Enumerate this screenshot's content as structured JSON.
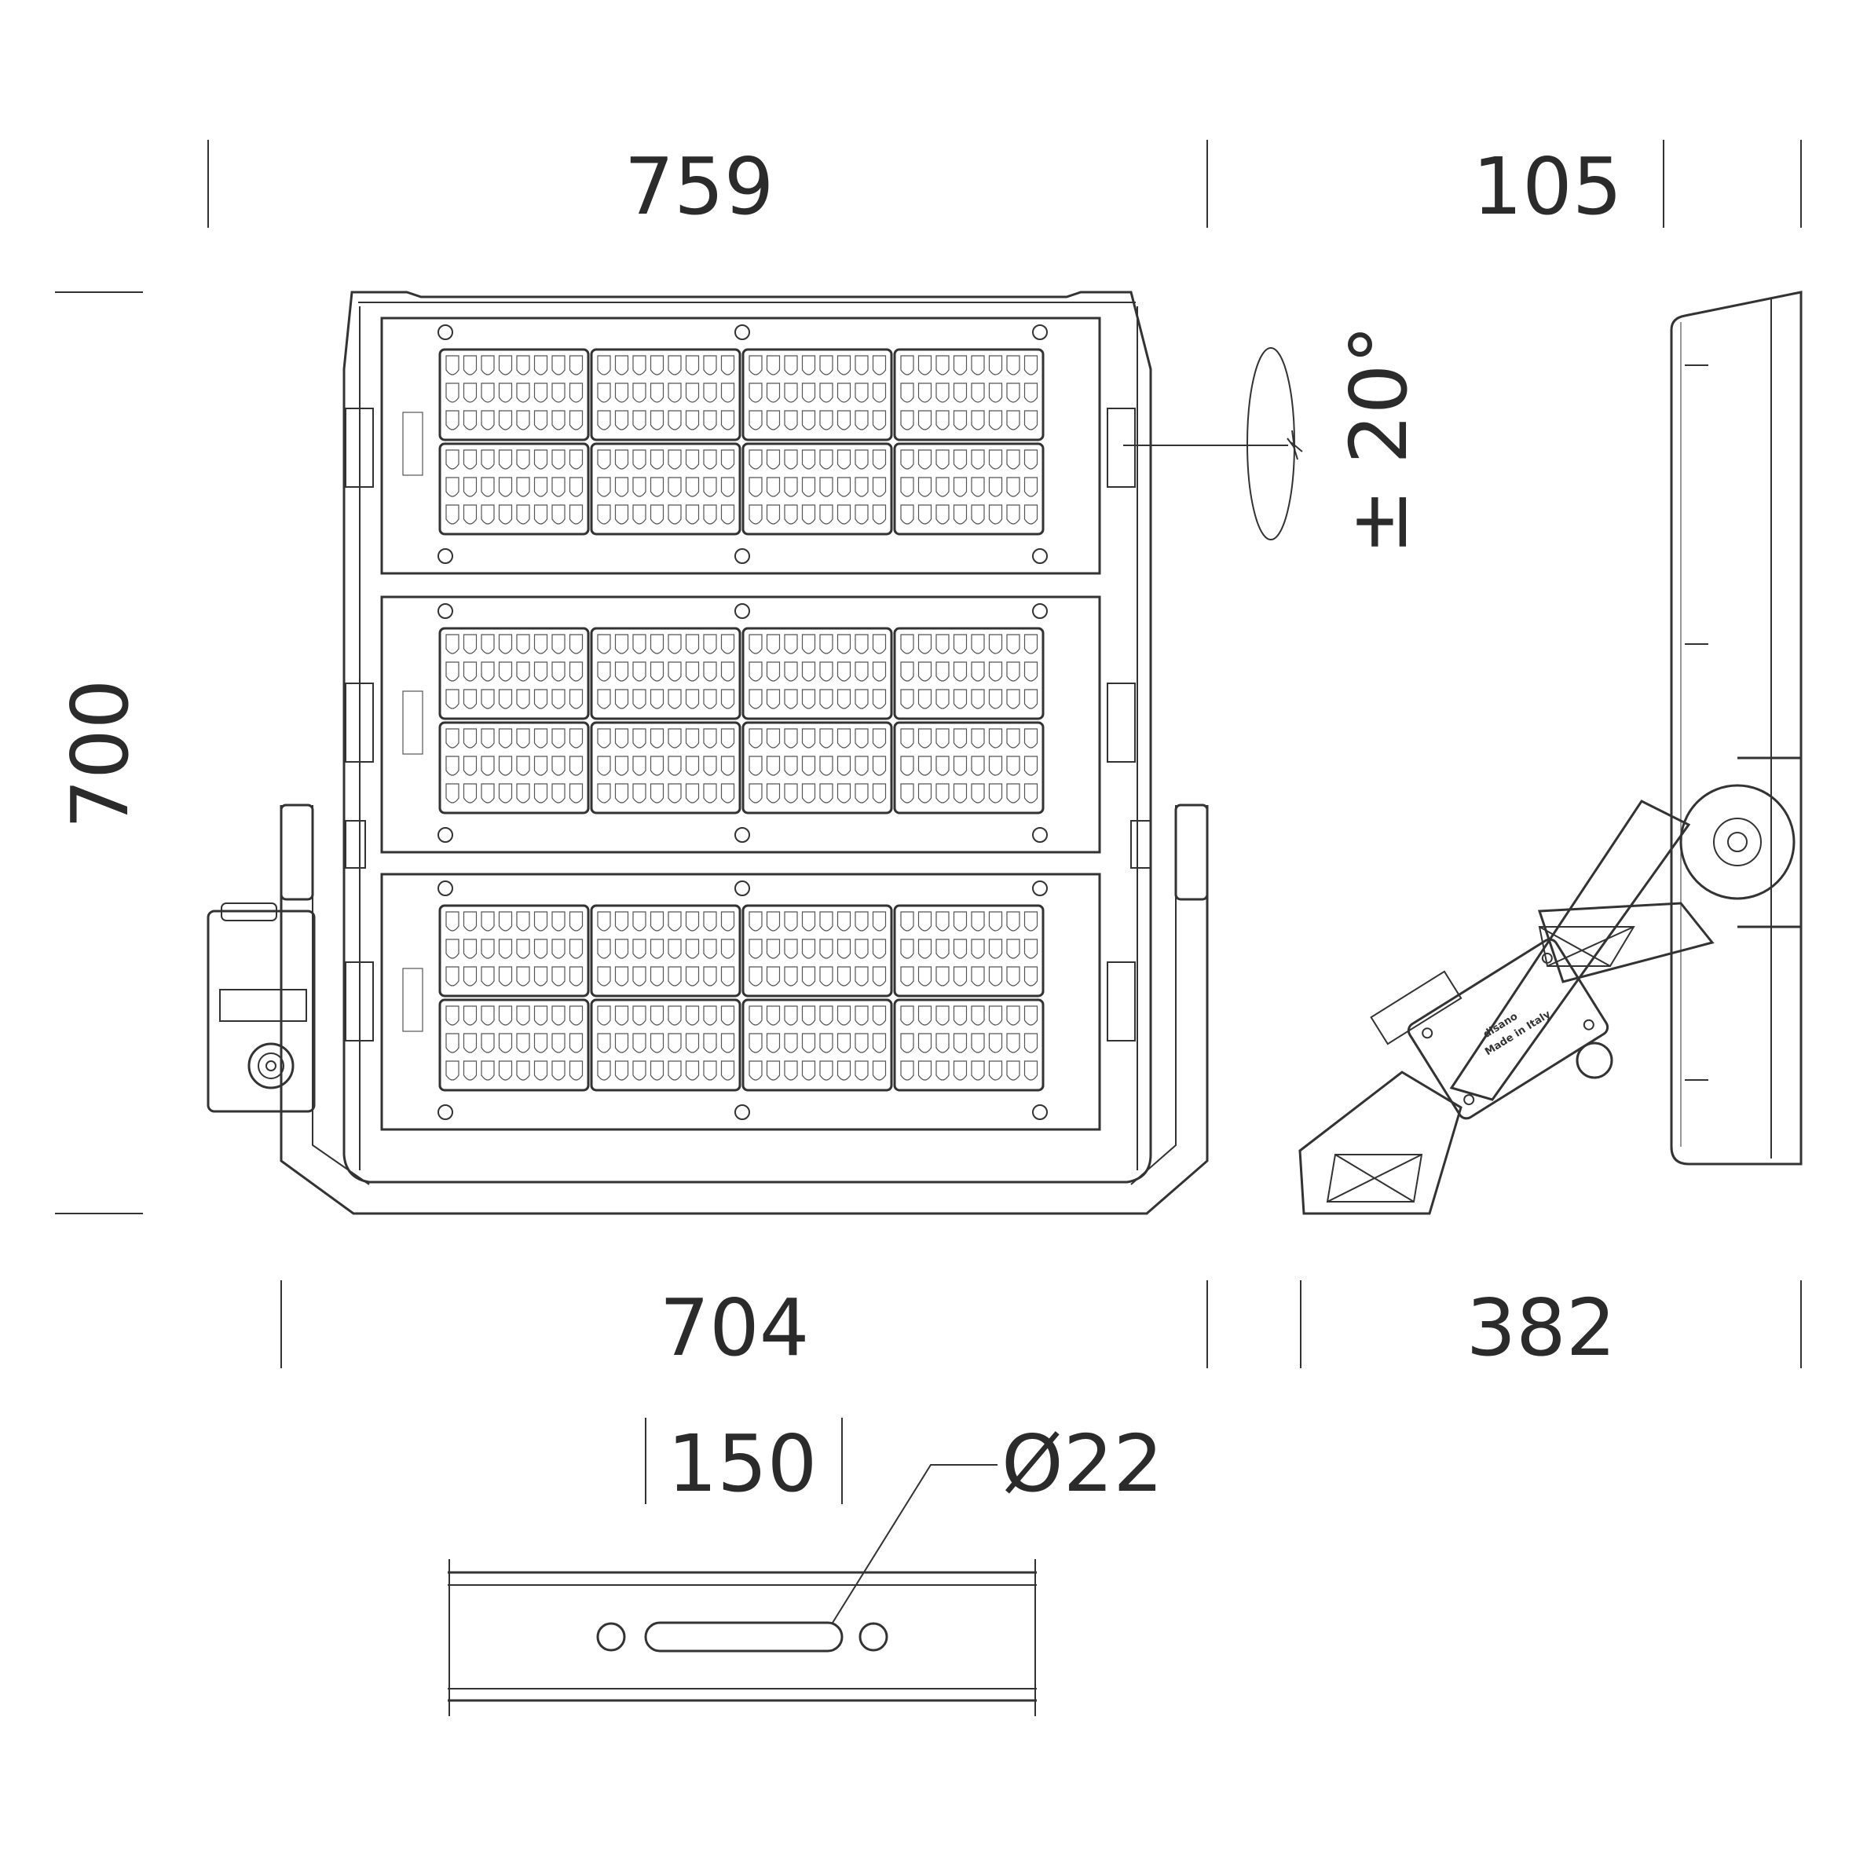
{
  "dimensions": {
    "width_top": "759",
    "depth_top": "105",
    "height": "700",
    "width_bottom": "704",
    "depth_bottom": "382",
    "bracket_spacing": "150",
    "hole_diameter": "Ø22",
    "tilt": "± 20°"
  },
  "labels": {
    "brand": "disano",
    "origin": "Made in Italy"
  },
  "led_module": {
    "modules": 3,
    "blocks_per_row": 4,
    "rows_per_module": 2
  }
}
